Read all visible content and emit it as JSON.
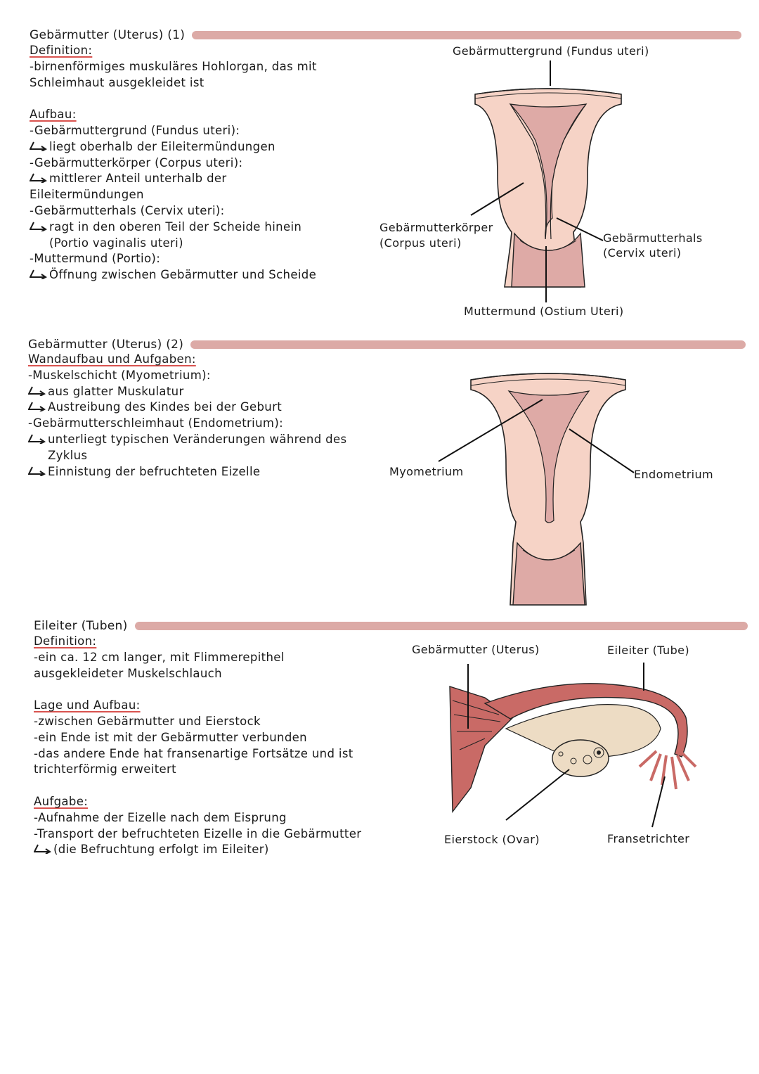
{
  "section1": {
    "title": "Gebärmutter (Uterus) (1)",
    "definition_heading": "Definition:",
    "definition_lines": [
      "-birnenförmiges muskuläres Hohlorgan, das mit",
      "Schleimhaut ausgekleidet ist"
    ],
    "aufbau_heading": "Aufbau:",
    "aufbau": {
      "l1": "-Gebärmuttergrund (Fundus uteri):",
      "l2": "liegt oberhalb der  Eileitermündungen",
      "l3": "-Gebärmutterkörper (Corpus uteri):",
      "l4": "mittlerer Anteil unterhalb der",
      "l5": "Eileitermündungen",
      "l6": "-Gebärmutterhals (Cervix uteri):",
      "l7": "ragt in den oberen Teil der Scheide hinein",
      "l8": "(Portio vaginalis uteri)",
      "l9": "-Muttermund (Portio):",
      "l10": "Öffnung zwischen Gebärmutter und Scheide"
    },
    "figure_labels": {
      "fundus": "Gebärmuttergrund (Fundus uteri)",
      "corpus_1": "Gebärmutterkörper",
      "corpus_2": "(Corpus uteri)",
      "cervix_1": "Gebärmutterhals",
      "cervix_2": "(Cervix uteri)",
      "ostium": "Muttermund (Ostium Uteri)"
    }
  },
  "section2": {
    "title": "Gebärmutter (Uterus) (2)",
    "heading": "Wandaufbau und Aufgaben:",
    "lines": {
      "l1": "-Muskelschicht (Myometrium):",
      "l2": "aus glatter Muskulatur",
      "l3": "Austreibung des Kindes bei der Geburt",
      "l4": "-Gebärmutterschleimhaut (Endometrium):",
      "l5": "unterliegt typischen Veränderungen während des",
      "l6": "Zyklus",
      "l7": "Einnistung der befruchteten Eizelle"
    },
    "figure_labels": {
      "myometrium": "Myometrium",
      "endometrium": "Endometrium"
    }
  },
  "section3": {
    "title": "Eileiter (Tuben)",
    "definition_heading": "Definition:",
    "definition_lines": [
      "-ein ca. 12 cm langer, mit Flimmerepithel",
      "ausgekleideter Muskelschlauch"
    ],
    "lage_heading": "Lage und Aufbau:",
    "lage_lines": [
      "-zwischen Gebärmutter und Eierstock",
      "-ein Ende ist mit der Gebärmutter verbunden",
      "-das andere Ende hat fransenartige Fortsätze und ist",
      "trichterförmig erweitert"
    ],
    "aufgabe_heading": "Aufgabe:",
    "aufgabe_lines": {
      "l1": "-Aufnahme der Eizelle nach dem Eisprung",
      "l2": "-Transport der befruchteten Eizelle in die Gebärmutter",
      "l3": "(die Befruchtung erfolgt im Eileiter)"
    },
    "figure_labels": {
      "uterus": "Gebärmutter (Uterus)",
      "tube": "Eileiter (Tube)",
      "ovary": "Eierstock (Ovar)",
      "fimbria": "Fransetrichter"
    }
  },
  "colors": {
    "title_bar": "#dcaaa6",
    "underline": "#d9534f",
    "uterus_outer": "#f6d3c6",
    "uterus_inner": "#deaaa6",
    "tube_muscle": "#c96a66",
    "ovary_fill": "#eddcc4"
  }
}
